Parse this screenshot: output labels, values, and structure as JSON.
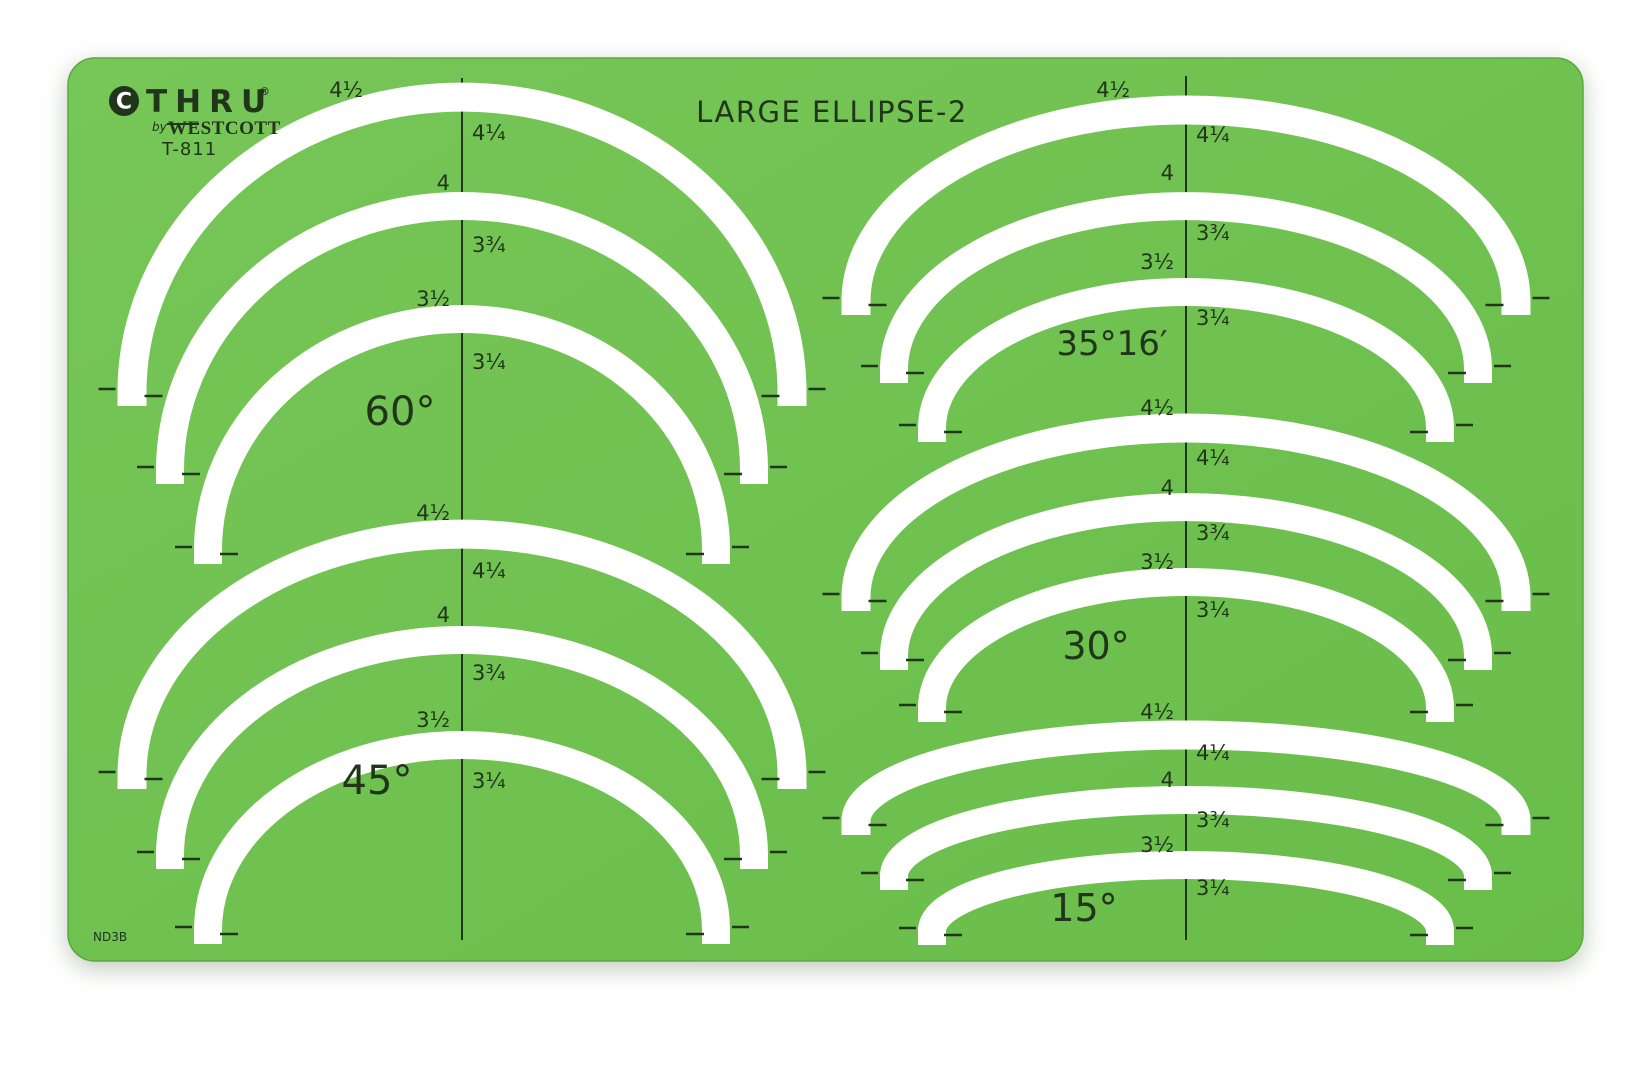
{
  "brand": {
    "logo_letter": "C",
    "logo_text": "THRU",
    "registered": "®",
    "byline": "by",
    "maker": "WESTCOTT",
    "model": "T-811"
  },
  "title": "LARGE ELLIPSE-2",
  "footer_code": "ND3B",
  "colors": {
    "template_green": "#6fc04f",
    "template_green_light": "#79c85b",
    "template_edge": "#5aa93e",
    "cutout_white": "#ffffff",
    "ink": "#21351a",
    "background": "#ffffff"
  },
  "groups": [
    {
      "angle_label": "60°",
      "size_labels": [
        "4½",
        "4¼",
        "4",
        "3¾",
        "3½",
        "3¼"
      ]
    },
    {
      "angle_label": "45°",
      "size_labels": [
        "4½",
        "4¼",
        "4",
        "3¾",
        "3½",
        "3¼"
      ]
    },
    {
      "angle_label": "35°16′",
      "size_labels": [
        "4½",
        "4¼",
        "4",
        "3¾",
        "3½",
        "3¼"
      ]
    },
    {
      "angle_label": "30°",
      "size_labels": [
        "4½",
        "4¼",
        "4",
        "3¾",
        "3½",
        "3¼"
      ]
    },
    {
      "angle_label": "15°",
      "size_labels": [
        "4½",
        "4¼",
        "4",
        "3¾",
        "3½",
        "3¼"
      ]
    }
  ]
}
